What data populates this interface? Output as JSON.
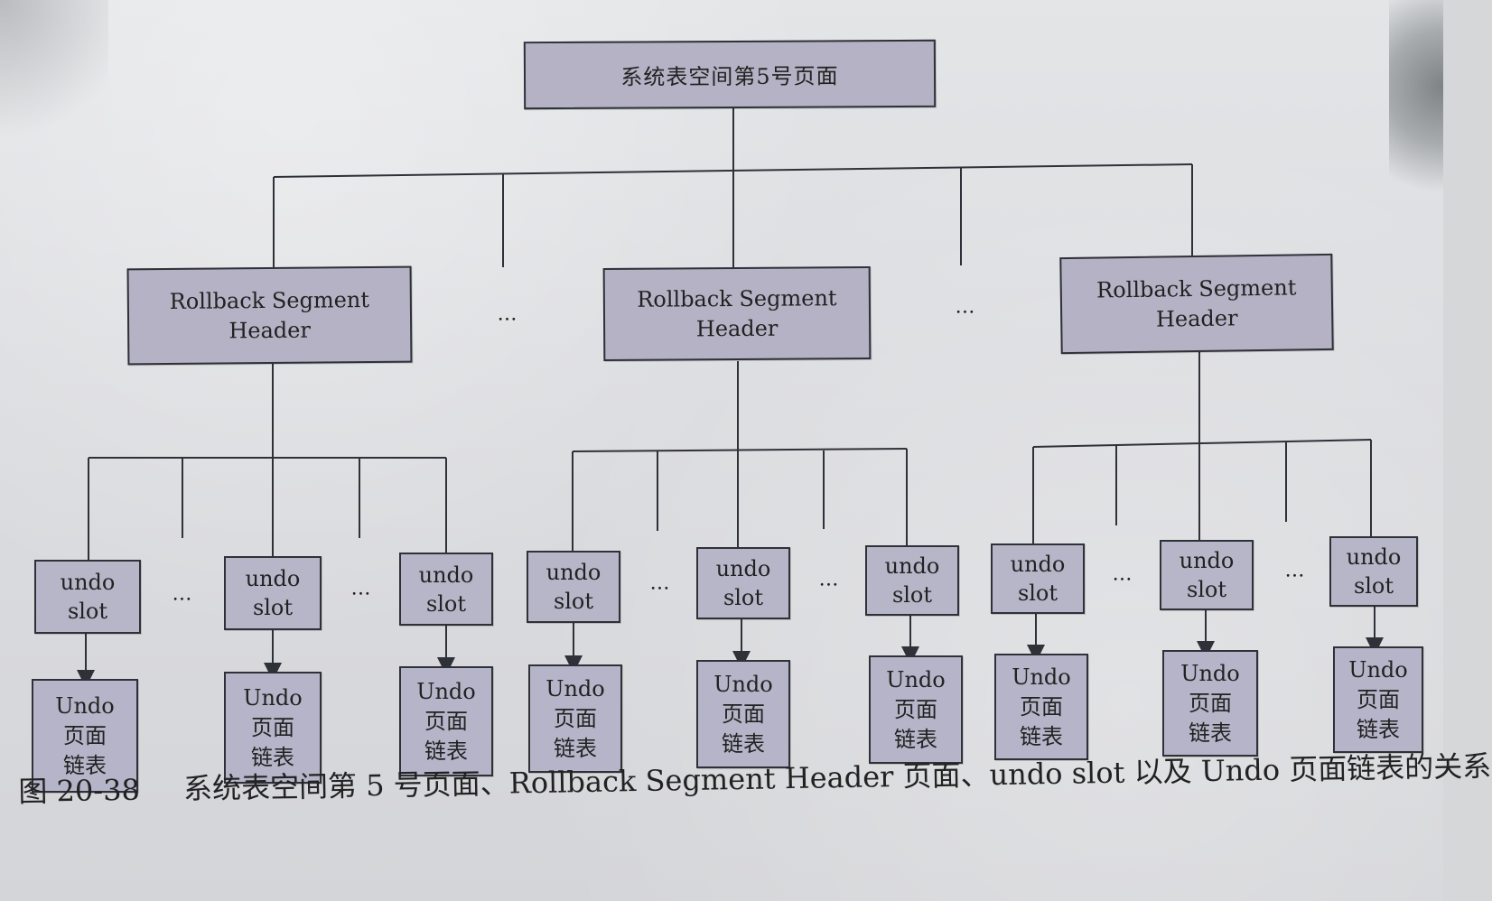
{
  "diagram": {
    "root": {
      "label": "系统表空间第5号页面"
    },
    "segments": [
      {
        "label": "Rollback Segment\nHeader",
        "slots": [
          {
            "label": "undo\nslot",
            "undo": "Undo\n页面\n链表"
          },
          {
            "label": "undo\nslot",
            "undo": "Undo\n页面\n链表"
          },
          {
            "label": "undo\nslot",
            "undo": "Undo\n页面\n链表"
          }
        ]
      },
      {
        "label": "Rollback Segment\nHeader",
        "slots": [
          {
            "label": "undo\nslot",
            "undo": "Undo\n页面\n链表"
          },
          {
            "label": "undo\nslot",
            "undo": "Undo\n页面\n链表"
          },
          {
            "label": "undo\nslot",
            "undo": "Undo\n页面\n链表"
          }
        ]
      },
      {
        "label": "Rollback Segment\nHeader",
        "slots": [
          {
            "label": "undo\nslot",
            "undo": "Undo\n页面\n链表"
          },
          {
            "label": "undo\nslot",
            "undo": "Undo\n页面\n链表"
          },
          {
            "label": "undo\nslot",
            "undo": "Undo\n页面\n链表"
          }
        ]
      }
    ],
    "ellipsis": "…"
  },
  "caption": {
    "figure_number": "图 20-38",
    "text": "系统表空间第 5 号页面、Rollback Segment Header 页面、undo slot 以及 Undo 页面链表的关系"
  }
}
